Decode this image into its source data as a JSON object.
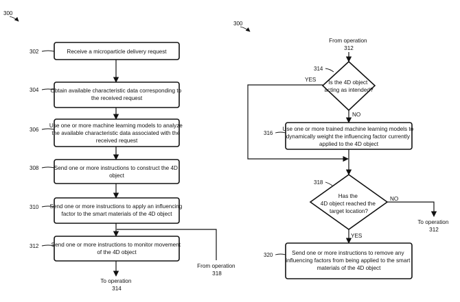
{
  "left": {
    "fig": "300",
    "steps": [
      {
        "ref": "302",
        "lines": [
          "Receive a microparticle delivery request"
        ]
      },
      {
        "ref": "304",
        "lines": [
          "Obtain available characteristic data corresponding to",
          "the received request"
        ]
      },
      {
        "ref": "306",
        "lines": [
          "Use one or more machine learning models to analyze",
          "the available characteristic data associated with the",
          "received request"
        ]
      },
      {
        "ref": "308",
        "lines": [
          "Send one or more instructions to construct the 4D",
          "object"
        ]
      },
      {
        "ref": "310",
        "lines": [
          "Send one or more instructions to apply an influencing",
          "factor to the smart materials of the 4D object"
        ]
      },
      {
        "ref": "312",
        "lines": [
          "Send one or more instructions to monitor movement",
          "of the 4D object"
        ]
      }
    ],
    "to_op": [
      "To operation",
      "314"
    ],
    "from_op": [
      "From operation",
      "318"
    ]
  },
  "right": {
    "fig": "300",
    "from_op": [
      "From operation",
      "312"
    ],
    "d314": {
      "ref": "314",
      "lines": [
        "Is the 4D object",
        "acting as intended?"
      ],
      "yes": "YES",
      "no": "NO"
    },
    "b316": {
      "ref": "316",
      "lines": [
        "Use one or more trained machine learning models to",
        "dynamically weight the influencing factor currently",
        "applied to the 4D object"
      ]
    },
    "d318": {
      "ref": "318",
      "lines": [
        "Has the",
        "4D object reached the",
        "target location?"
      ],
      "yes": "YES",
      "no": "NO"
    },
    "to_op": [
      "To operation",
      "312"
    ],
    "b320": {
      "ref": "320",
      "lines": [
        "Send one or more instructions to remove any",
        "influencing factors from being applied to the smart",
        "materials of the 4D object"
      ]
    }
  }
}
